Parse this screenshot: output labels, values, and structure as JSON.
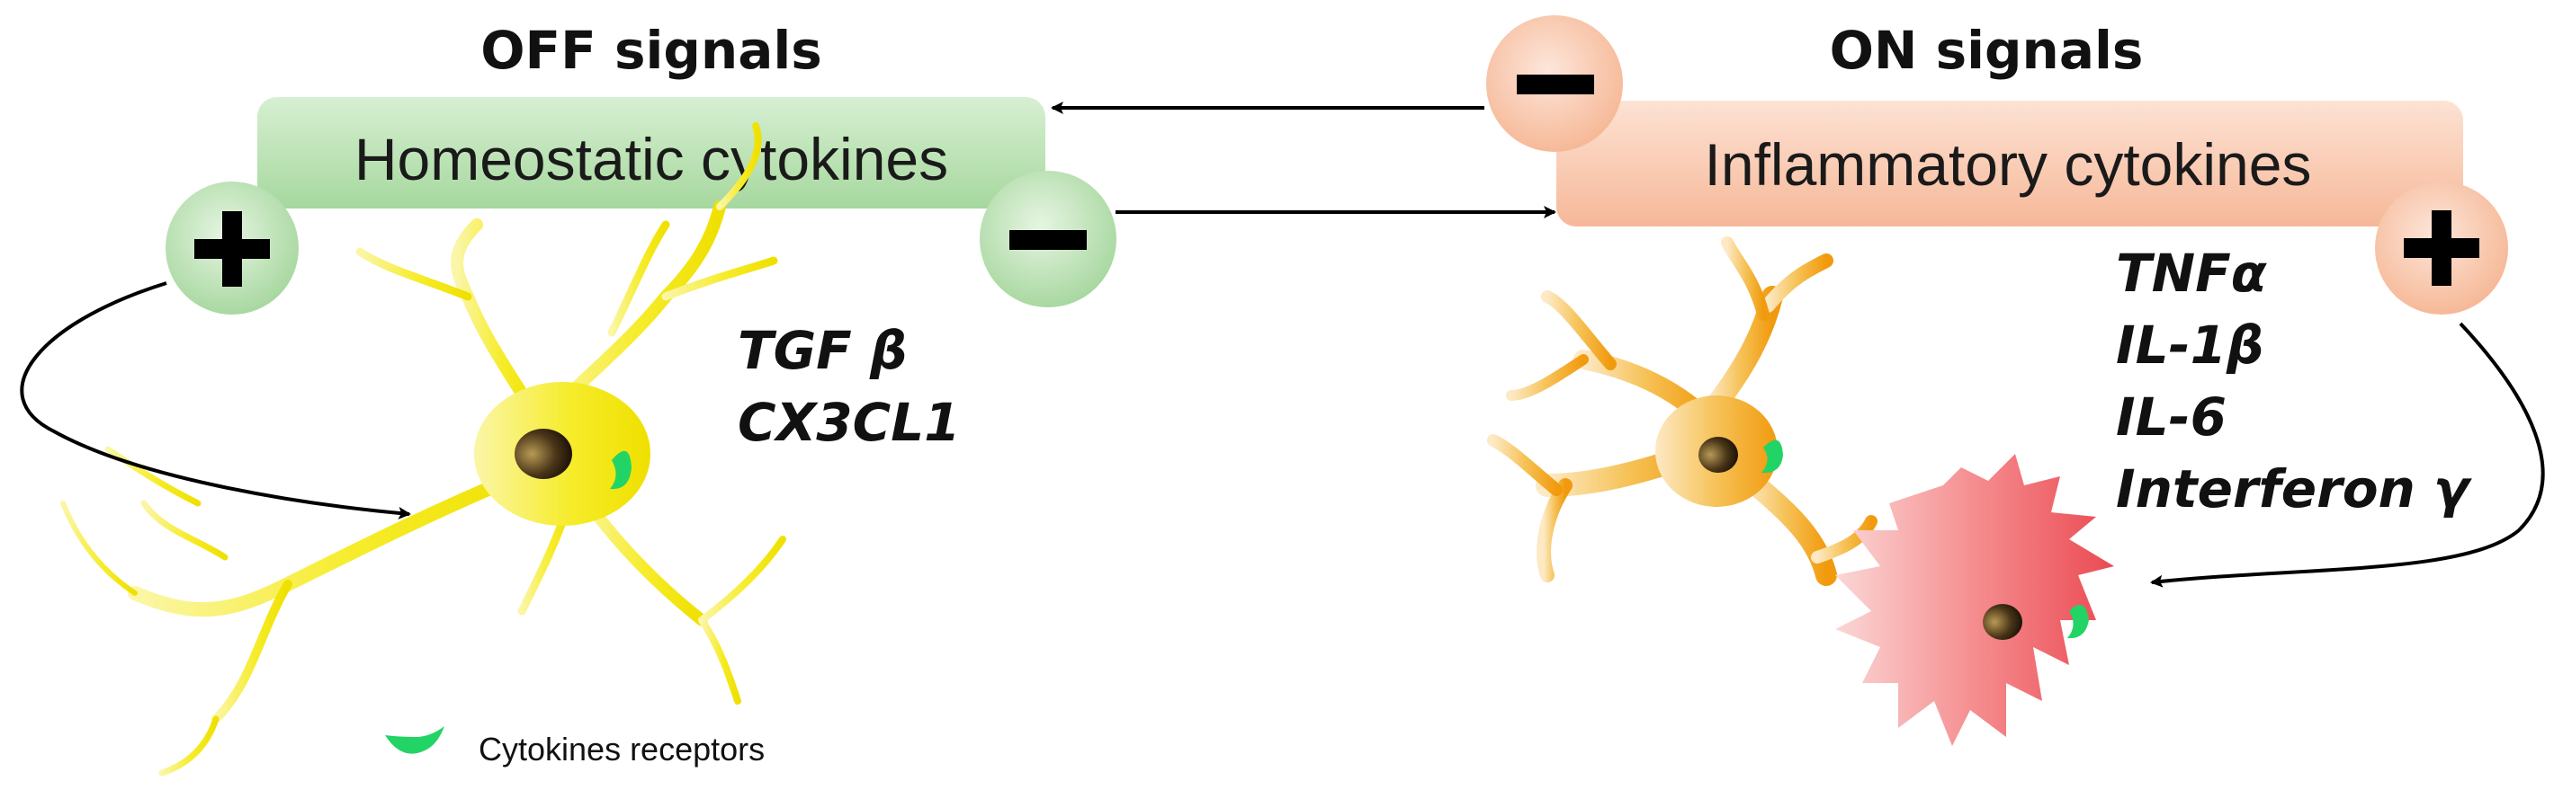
{
  "off_panel": {
    "title": "OFF signals",
    "box_label": "Homeostatic cytokines",
    "plus_sign": "+",
    "minus_sign": "−",
    "cytokines": [
      "TGF β",
      "CX3CL1"
    ],
    "box_color": "#a8d9a0",
    "sign_color": "#b9e0b2"
  },
  "on_panel": {
    "title": "ON signals",
    "box_label": "Inflammatory cytokines",
    "plus_sign": "+",
    "minus_sign": "−",
    "cytokines": [
      "TNFα",
      "IL-1β",
      "IL-6",
      "Interferon γ"
    ],
    "box_color": "#f8c3a8",
    "sign_color": "#f8c8ae"
  },
  "legend": {
    "label": "Cytokines receptors",
    "receptor_color": "#22d466"
  },
  "cells": {
    "homeostatic_color": "#f5ea1c",
    "activated_color": "#f2a622",
    "inflammatory_color": "#ef6f73"
  }
}
